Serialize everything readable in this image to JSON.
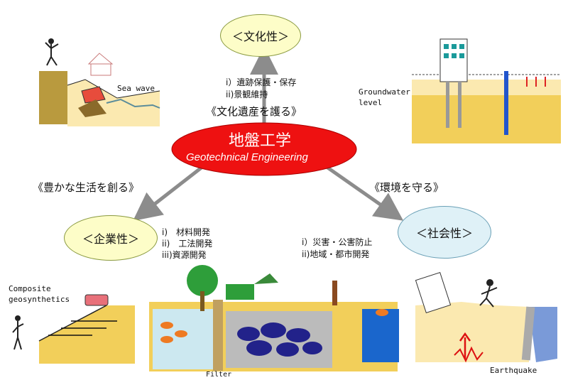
{
  "center": {
    "title": "地盤工学",
    "subtitle": "Geotechnical Engineering",
    "fill": "#ee1111"
  },
  "nodes": {
    "culture": "＜文化性＞",
    "enterprise": "＜企業性＞",
    "society": "＜社会性＞"
  },
  "branches": {
    "culture_items": [
      "i）遺跡保護・保存",
      "ii)景観維持"
    ],
    "culture_slogan": "《文化遺産を護る》",
    "enterprise_slogan": "《豊かな生活を創る》",
    "enterprise_items": [
      "i)　材料開発",
      "ii)　工法開発",
      "iii)資源開発"
    ],
    "society_slogan": "《環境を守る》",
    "society_items": [
      "i）災害・公害防止",
      "ii)地域・都市開発"
    ]
  },
  "illustrations": {
    "sea_wave": "Sea wave",
    "groundwater": [
      "Groundwater",
      "level"
    ],
    "composite": [
      "Composite",
      "geosynthetics"
    ],
    "filter": "Filter",
    "earthquake": "Earthquake"
  },
  "colors": {
    "soil": "#f2cf5a",
    "sand": "#fbe9b0",
    "arrow": "#8c8c8c",
    "water": "#2255cc",
    "node_yellow": "#fdfdc8",
    "node_blue": "#dff1f7"
  }
}
